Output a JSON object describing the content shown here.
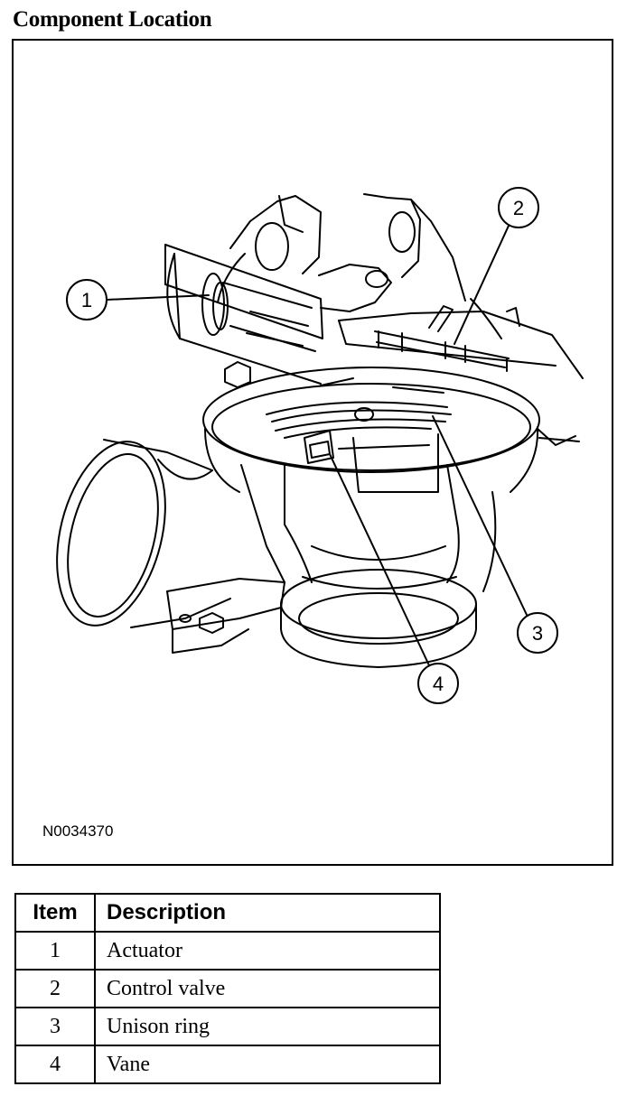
{
  "title": "Component Location",
  "figure_code": "N0034370",
  "callouts": [
    "1",
    "2",
    "3",
    "4"
  ],
  "table": {
    "headers": [
      "Item",
      "Description"
    ],
    "rows": [
      {
        "item": "1",
        "description": "Actuator"
      },
      {
        "item": "2",
        "description": "Control valve"
      },
      {
        "item": "3",
        "description": "Unison ring"
      },
      {
        "item": "4",
        "description": "Vane"
      }
    ]
  }
}
